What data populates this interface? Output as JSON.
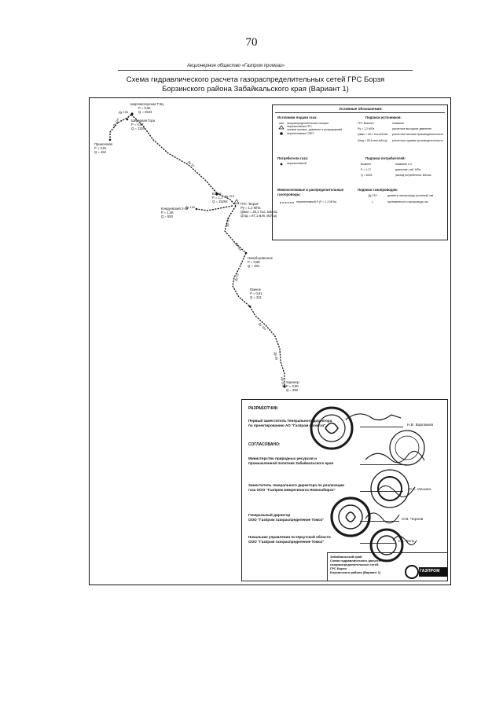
{
  "page": {
    "number": "70",
    "org_header": "Акционерное общество «Газпром промгаз»",
    "title_line1": "Схема гидравлического расчета газораспределительных сетей ГРС Борзя",
    "title_line2": "Борзинского района Забайкальского края (Вариант 1)"
  },
  "nodes": {
    "tets": {
      "name": "Шерловогорская ТЭЦ",
      "p": "P = 0,94",
      "q": "Q = 4543"
    },
    "sherl": {
      "name": "Шерловая Гора",
      "p": "P = 0,87",
      "q": "Q = 1150"
    },
    "prisk": {
      "name": "Приисковая",
      "p": "P = 0,91",
      "q": "Q = 154"
    },
    "borzya": {
      "name": "Борзя",
      "p": "P = 1,1",
      "q": "Q = 15294"
    },
    "grs": {
      "name": "ГРС \"Борзя\"",
      "p": "Pу = 1,2 МПа",
      "q1": "Qмах = 26,1 тыс. м3/час",
      "q2": "Qгод = 87,1 млн. м3/год"
    },
    "kondu": {
      "name": "Кондуевский 2-ой",
      "p": "P = 1,08",
      "q": "Q = 553"
    },
    "novob": {
      "name": "Новоборзинское",
      "p": "P = 0,98",
      "q": "Q = 164"
    },
    "yuzhny": {
      "name": "Южное",
      "p": "P = 0,91",
      "q": "Q = 321"
    },
    "kharan": {
      "name": "Харанор",
      "p": "P = 0,80",
      "q": "Q = 490"
    }
  },
  "segments": {
    "s1": "Ду 159",
    "s2": "Ду 114",
    "s3": "Ду 57",
    "s4": "Ду 219",
    "s5": "Ду 159",
    "s6": "Ду 114",
    "s7": "Ду 114",
    "s8": "Ду 57",
    "s9": "Ду 114",
    "s10": "Ду 89",
    "s11": "Ду 114"
  },
  "legend": {
    "title": "Условные обозначения:",
    "sources_h": "Источники подачи газа:",
    "sources": [
      "газораспределительная станция",
      "перспективная ГРС",
      "газовое промыс. давление и резервуарный",
      "перспективная СПБТ"
    ],
    "src_sign_h": "Подписи источников:",
    "src_sign": [
      [
        "ГРС Вымпел",
        "название"
      ],
      [
        "Pу = 1,2 МПа",
        "расчетное выходное давление"
      ],
      [
        "Qмах = 26,1 тыс.м3/час",
        "расчетная часовая производительность"
      ],
      [
        "Qгод = 55,6 млн.м3/год",
        "расчетная годовая производительность"
      ]
    ],
    "consumers_h": "Потребители газа:",
    "consumers": [
      "перспективный"
    ],
    "cons_sign_h": "Подписи потребителей:",
    "cons_sign": [
      [
        "Вымпел",
        "название н.п."
      ],
      [
        "P = 1,17",
        "давление, изб. МПа"
      ],
      [
        "Q = 6244",
        "расход потребителя, м3/час"
      ]
    ],
    "pipes_h": "Межпоселковые и распределительные газопроводы:",
    "pipes": [
      "перспективный Р (Р = 1,2 МПа)"
    ],
    "pipe_sign_h": "Подписи газопроводов:",
    "pipe_sign": [
      [
        "Ду 219",
        "диаметр газопровода условный, мм"
      ],
      [
        "L",
        "протяженность газопровода, км"
      ]
    ]
  },
  "signatures": {
    "developer_label": "РАЗРАБОТЧИК:",
    "developer_role": "Первый заместитель Генерального директора\nпо проектированию АО \"Газпром промгаз\"",
    "developer_name": "Н.В. Варламов",
    "agreed_label": "СОГЛАСОВАНО:",
    "ministry": "Министерство природных ресурсов и\nпромышленной политики Забайкальского края",
    "deputy_role": "Заместитель генерального директора по реализации\nгаза ООО \"Газпром межрегионгаз Новосибирск\"",
    "deputy_name": "О.С. Ильина",
    "gd_role": "Генеральный директор\nООО \"Газпром газораспределение Томск\"",
    "gd_name": "О.В. Чернов",
    "head_role": "Начальник управления по Иркутской области\nООО \"Газпром газораспределение Томск\"",
    "head_name": "А.А. Бель"
  },
  "title_block": {
    "text": "Забайкальский край\nСхема гидравлического расчета\nгазораспределительных сетей\nГРС Борзя\nБорзинского района (Вариант 1)",
    "logo": "ГАЗПРОМ"
  }
}
